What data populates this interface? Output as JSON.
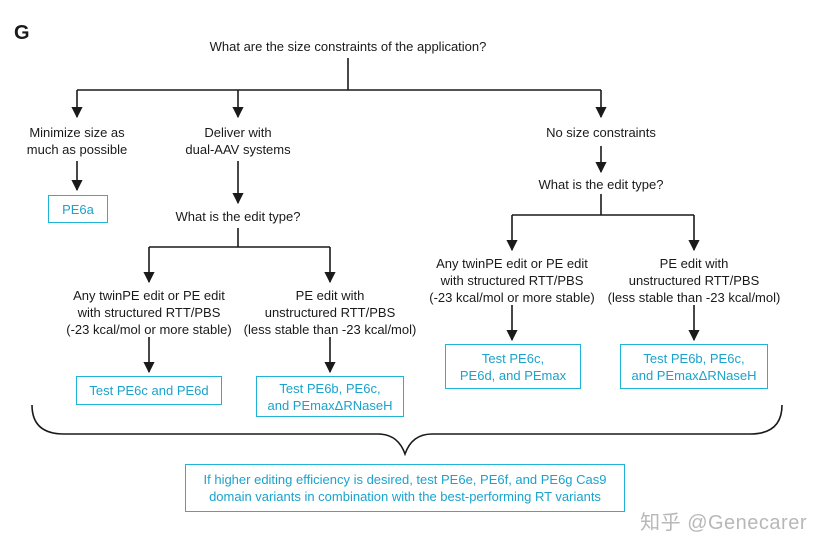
{
  "panel_label": "G",
  "question_size": "What are the size constraints of the application?",
  "branch_minimize": [
    "Minimize size as",
    "much as possible"
  ],
  "branch_dual_aav": [
    "Deliver with",
    "dual-AAV systems"
  ],
  "branch_no_size": "No size constraints",
  "result_pe6a": "PE6a",
  "question_edit_type_left": "What is the edit type?",
  "question_edit_type_right": "What is the edit type?",
  "left_structured": [
    "Any twinPE edit or PE edit",
    "with structured RTT/PBS",
    "(-23 kcal/mol or more stable)"
  ],
  "left_unstructured": [
    "PE edit with",
    "unstructured RTT/PBS",
    "(less stable than -23 kcal/mol)"
  ],
  "right_structured": [
    "Any twinPE edit or PE edit",
    "with structured RTT/PBS",
    "(-23 kcal/mol or more stable)"
  ],
  "right_unstructured": [
    "PE edit with",
    "unstructured RTT/PBS",
    "(less stable than -23 kcal/mol)"
  ],
  "result_left_structured": "Test PE6c and PE6d",
  "result_left_unstructured": [
    "Test PE6b, PE6c,",
    "and PEmaxΔRNaseH"
  ],
  "result_right_structured": [
    "Test PE6c,",
    "PE6d, and PEmax"
  ],
  "result_right_unstructured": [
    "Test PE6b, PE6c,",
    "and PEmaxΔRNaseH"
  ],
  "final_recommendation": [
    "If higher editing efficiency is desired, test PE6e, PE6f, and PE6g Cas9",
    "domain variants in combination with the best-performing RT variants"
  ],
  "watermark": "知乎 @Genecarer",
  "colors": {
    "line": "#1a1a1a",
    "box_border": "#1fb3d8",
    "box_text": "#1aa3cc"
  }
}
